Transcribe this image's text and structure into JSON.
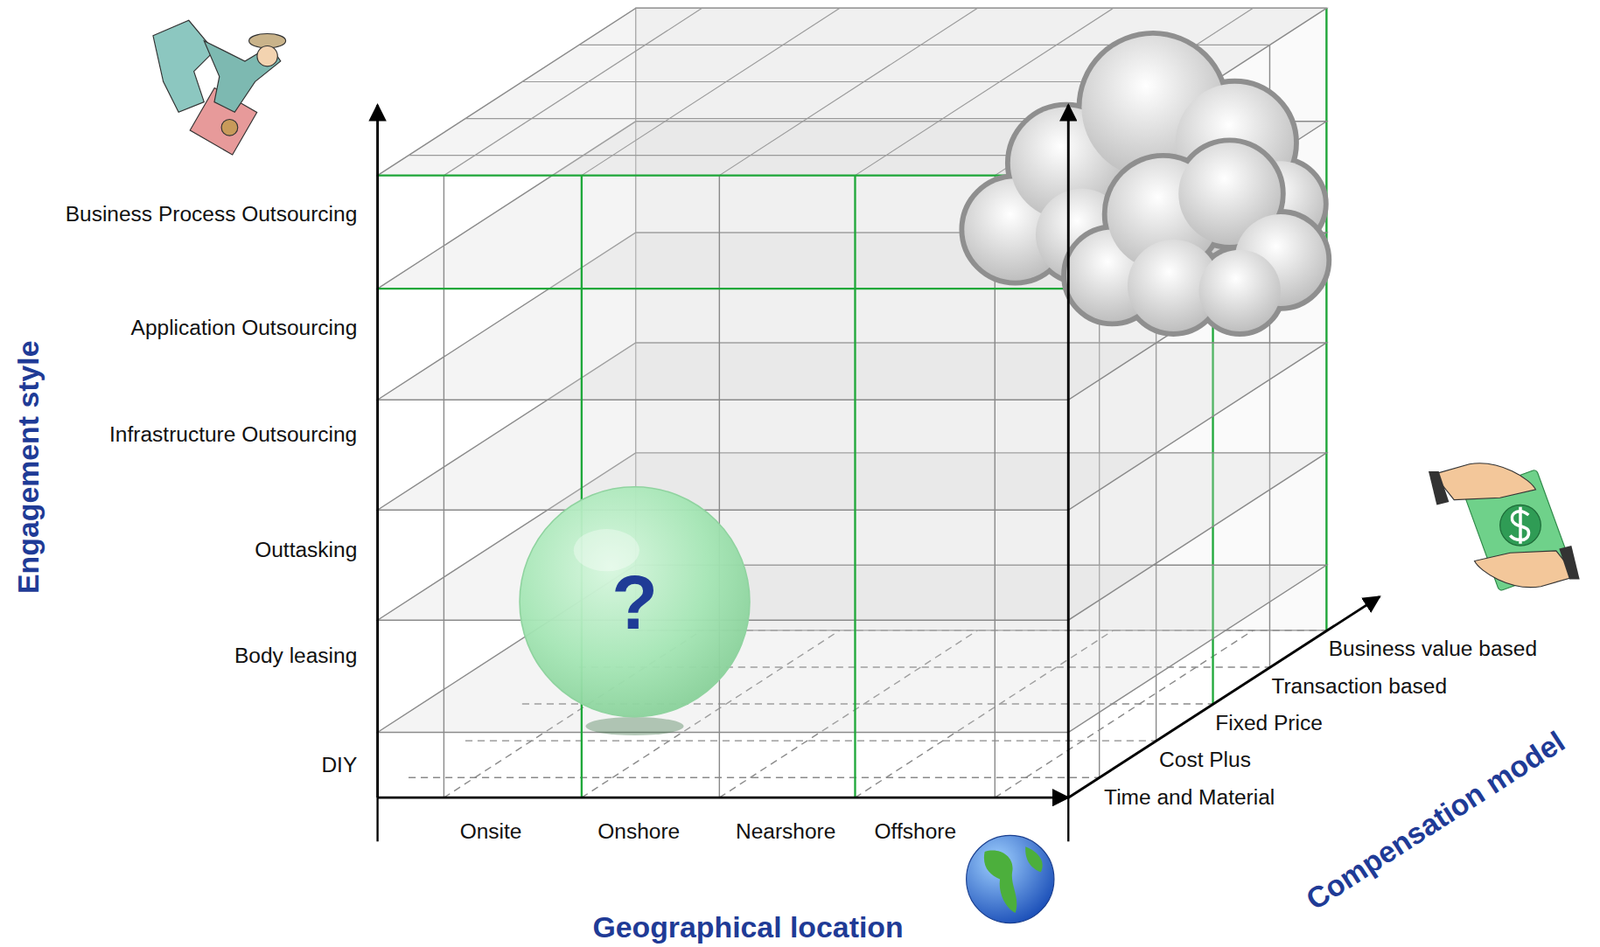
{
  "diagram": {
    "nodes": [
      {
        "text": [
          "?"
        ]
      }
    ],
    "labels": [
      "Business Process Outsourcing",
      "Application Outsourcing",
      "Infrastructure Outsourcing",
      "Outtasking",
      "Body leasing",
      "DIY",
      "Onsite",
      "Onshore",
      "Nearshore",
      "Offshore",
      "Time and Material",
      "Cost Plus",
      "Fixed Price",
      "Transaction based",
      "Business value based",
      "Engagement style",
      "Geographical location",
      "Compensation model"
    ]
  }
}
